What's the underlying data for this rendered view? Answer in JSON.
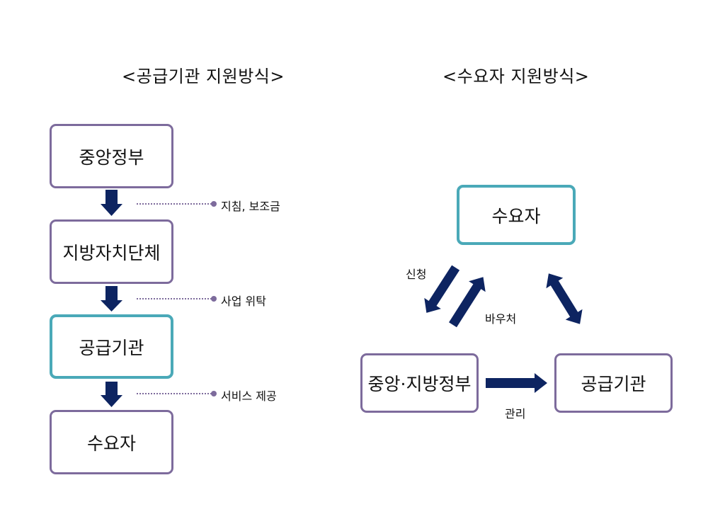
{
  "titles": {
    "left": "<공급기관 지원방식>",
    "right": "<수요자 지원방식>"
  },
  "left_flow": {
    "boxes": [
      "중앙정부",
      "지방자치단체",
      "공급기관",
      "수요자"
    ],
    "notes": [
      "지침, 보조금",
      "사업 위탁",
      "서비스 제공"
    ]
  },
  "right_cycle": {
    "boxes": {
      "consumer": "수요자",
      "government": "중앙·지방정부",
      "provider": "공급기관"
    },
    "labels": {
      "apply": "신청",
      "voucher": "바우처",
      "manage": "관리"
    }
  },
  "colors": {
    "box_border": "#7d6b9c",
    "highlight_border": "#4aa9b8",
    "arrow": "#0d2461",
    "dotted_line": "#7d6b9c"
  }
}
